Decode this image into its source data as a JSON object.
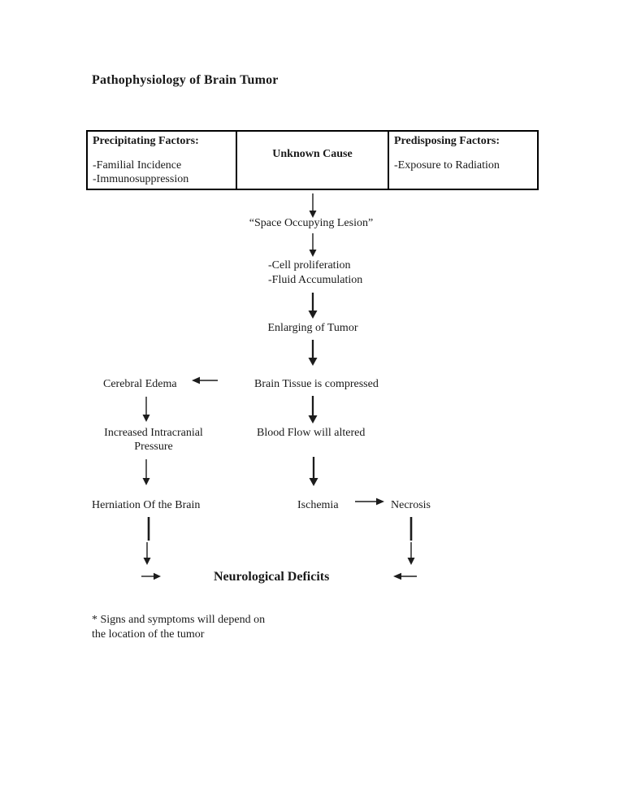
{
  "page": {
    "title": "Pathophysiology of Brain Tumor"
  },
  "table": {
    "precipitating": {
      "header": "Precipitating Factors:",
      "items": [
        "-Familial Incidence",
        "-Immunosuppression"
      ]
    },
    "center": {
      "label": "Unknown Cause"
    },
    "predisposing": {
      "header": "Predisposing Factors:",
      "items": [
        "-Exposure to Radiation"
      ]
    }
  },
  "flowchart": {
    "space_occupying_lesion": "“Space Occupying Lesion”",
    "cell_proliferation": "-Cell proliferation",
    "fluid_accumulation": "-Fluid Accumulation",
    "enlarging_of_tumor": "Enlarging of Tumor",
    "brain_tissue_compressed": "Brain Tissue is compressed",
    "cerebral_edema": "Cerebral Edema",
    "increased_icp_line1": "Increased Intracranial",
    "increased_icp_line2": "Pressure",
    "blood_flow_altered": "Blood Flow will altered",
    "herniation": "Herniation Of the Brain",
    "ischemia": "Ischemia",
    "necrosis": "Necrosis",
    "neurological_deficits": "Neurological Deficits"
  },
  "footnote": {
    "line1": "* Signs and symptoms will depend on",
    "line2": "the location of the tumor"
  },
  "colors": {
    "ink": "#1c1c1c",
    "background": "#ffffff"
  }
}
